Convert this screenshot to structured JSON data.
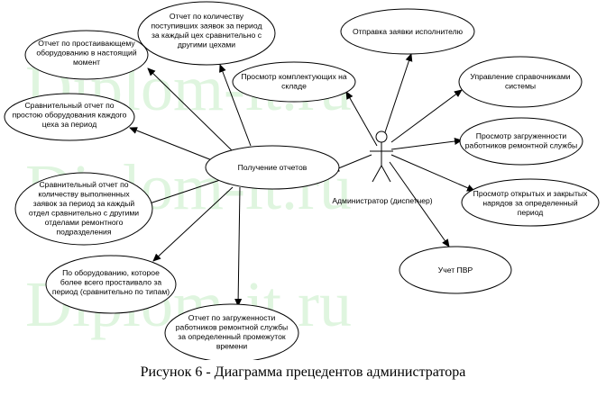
{
  "watermark": "Diplom-it.ru",
  "actor": {
    "name": "Администратор (диспетчер)"
  },
  "central": {
    "label": "Получение отчетов"
  },
  "use_cases_left": [
    {
      "id": "rep-downtime-current",
      "lines": [
        "Отчет по  простаивающему",
        "оборудованию в настоящий",
        "момент"
      ]
    },
    {
      "id": "rep-requests-period",
      "lines": [
        "Отчет по количеству",
        "поступивших заявок за период",
        "за каждый цех  сравнительно с",
        "другими цехами"
      ]
    },
    {
      "id": "rep-compare-downtime",
      "lines": [
        "Сравнительный отчет по",
        "простою оборудования каждого",
        "цеха за период"
      ]
    },
    {
      "id": "rep-compare-completed",
      "lines": [
        "Сравнительный отчет  по",
        "количеству выполненных",
        "заявок за период за каждый",
        "отдел  сравнительно  с другими",
        "отделами ремонтного",
        "подразделения"
      ]
    },
    {
      "id": "rep-most-idle",
      "lines": [
        "По оборудованию, которое",
        "более всего простаивало за",
        "период (сравнительно по типам)"
      ]
    },
    {
      "id": "rep-workload",
      "lines": [
        "Отчет по загруженности",
        "работников ремонтной службы",
        "за определенный промежуток",
        "времени"
      ]
    }
  ],
  "use_cases_right": [
    {
      "id": "view-components",
      "lines": [
        "Просмотр комплектующих на",
        "складе"
      ]
    },
    {
      "id": "send-request",
      "lines": [
        "Отправка заявки исполнителю"
      ]
    },
    {
      "id": "manage-directories",
      "lines": [
        "Управление справочниками",
        "системы"
      ]
    },
    {
      "id": "view-workload",
      "lines": [
        "Просмотр загруженности",
        "работников ремонтной службы"
      ]
    },
    {
      "id": "view-orders",
      "lines": [
        "Просмотр открытых и закрытых",
        "нарядов за определенный",
        "период"
      ]
    },
    {
      "id": "accounting-pvr",
      "lines": [
        "Учет ПВР"
      ]
    }
  ],
  "caption": "Рисунок 6 - Диаграмма прецедентов администратора"
}
